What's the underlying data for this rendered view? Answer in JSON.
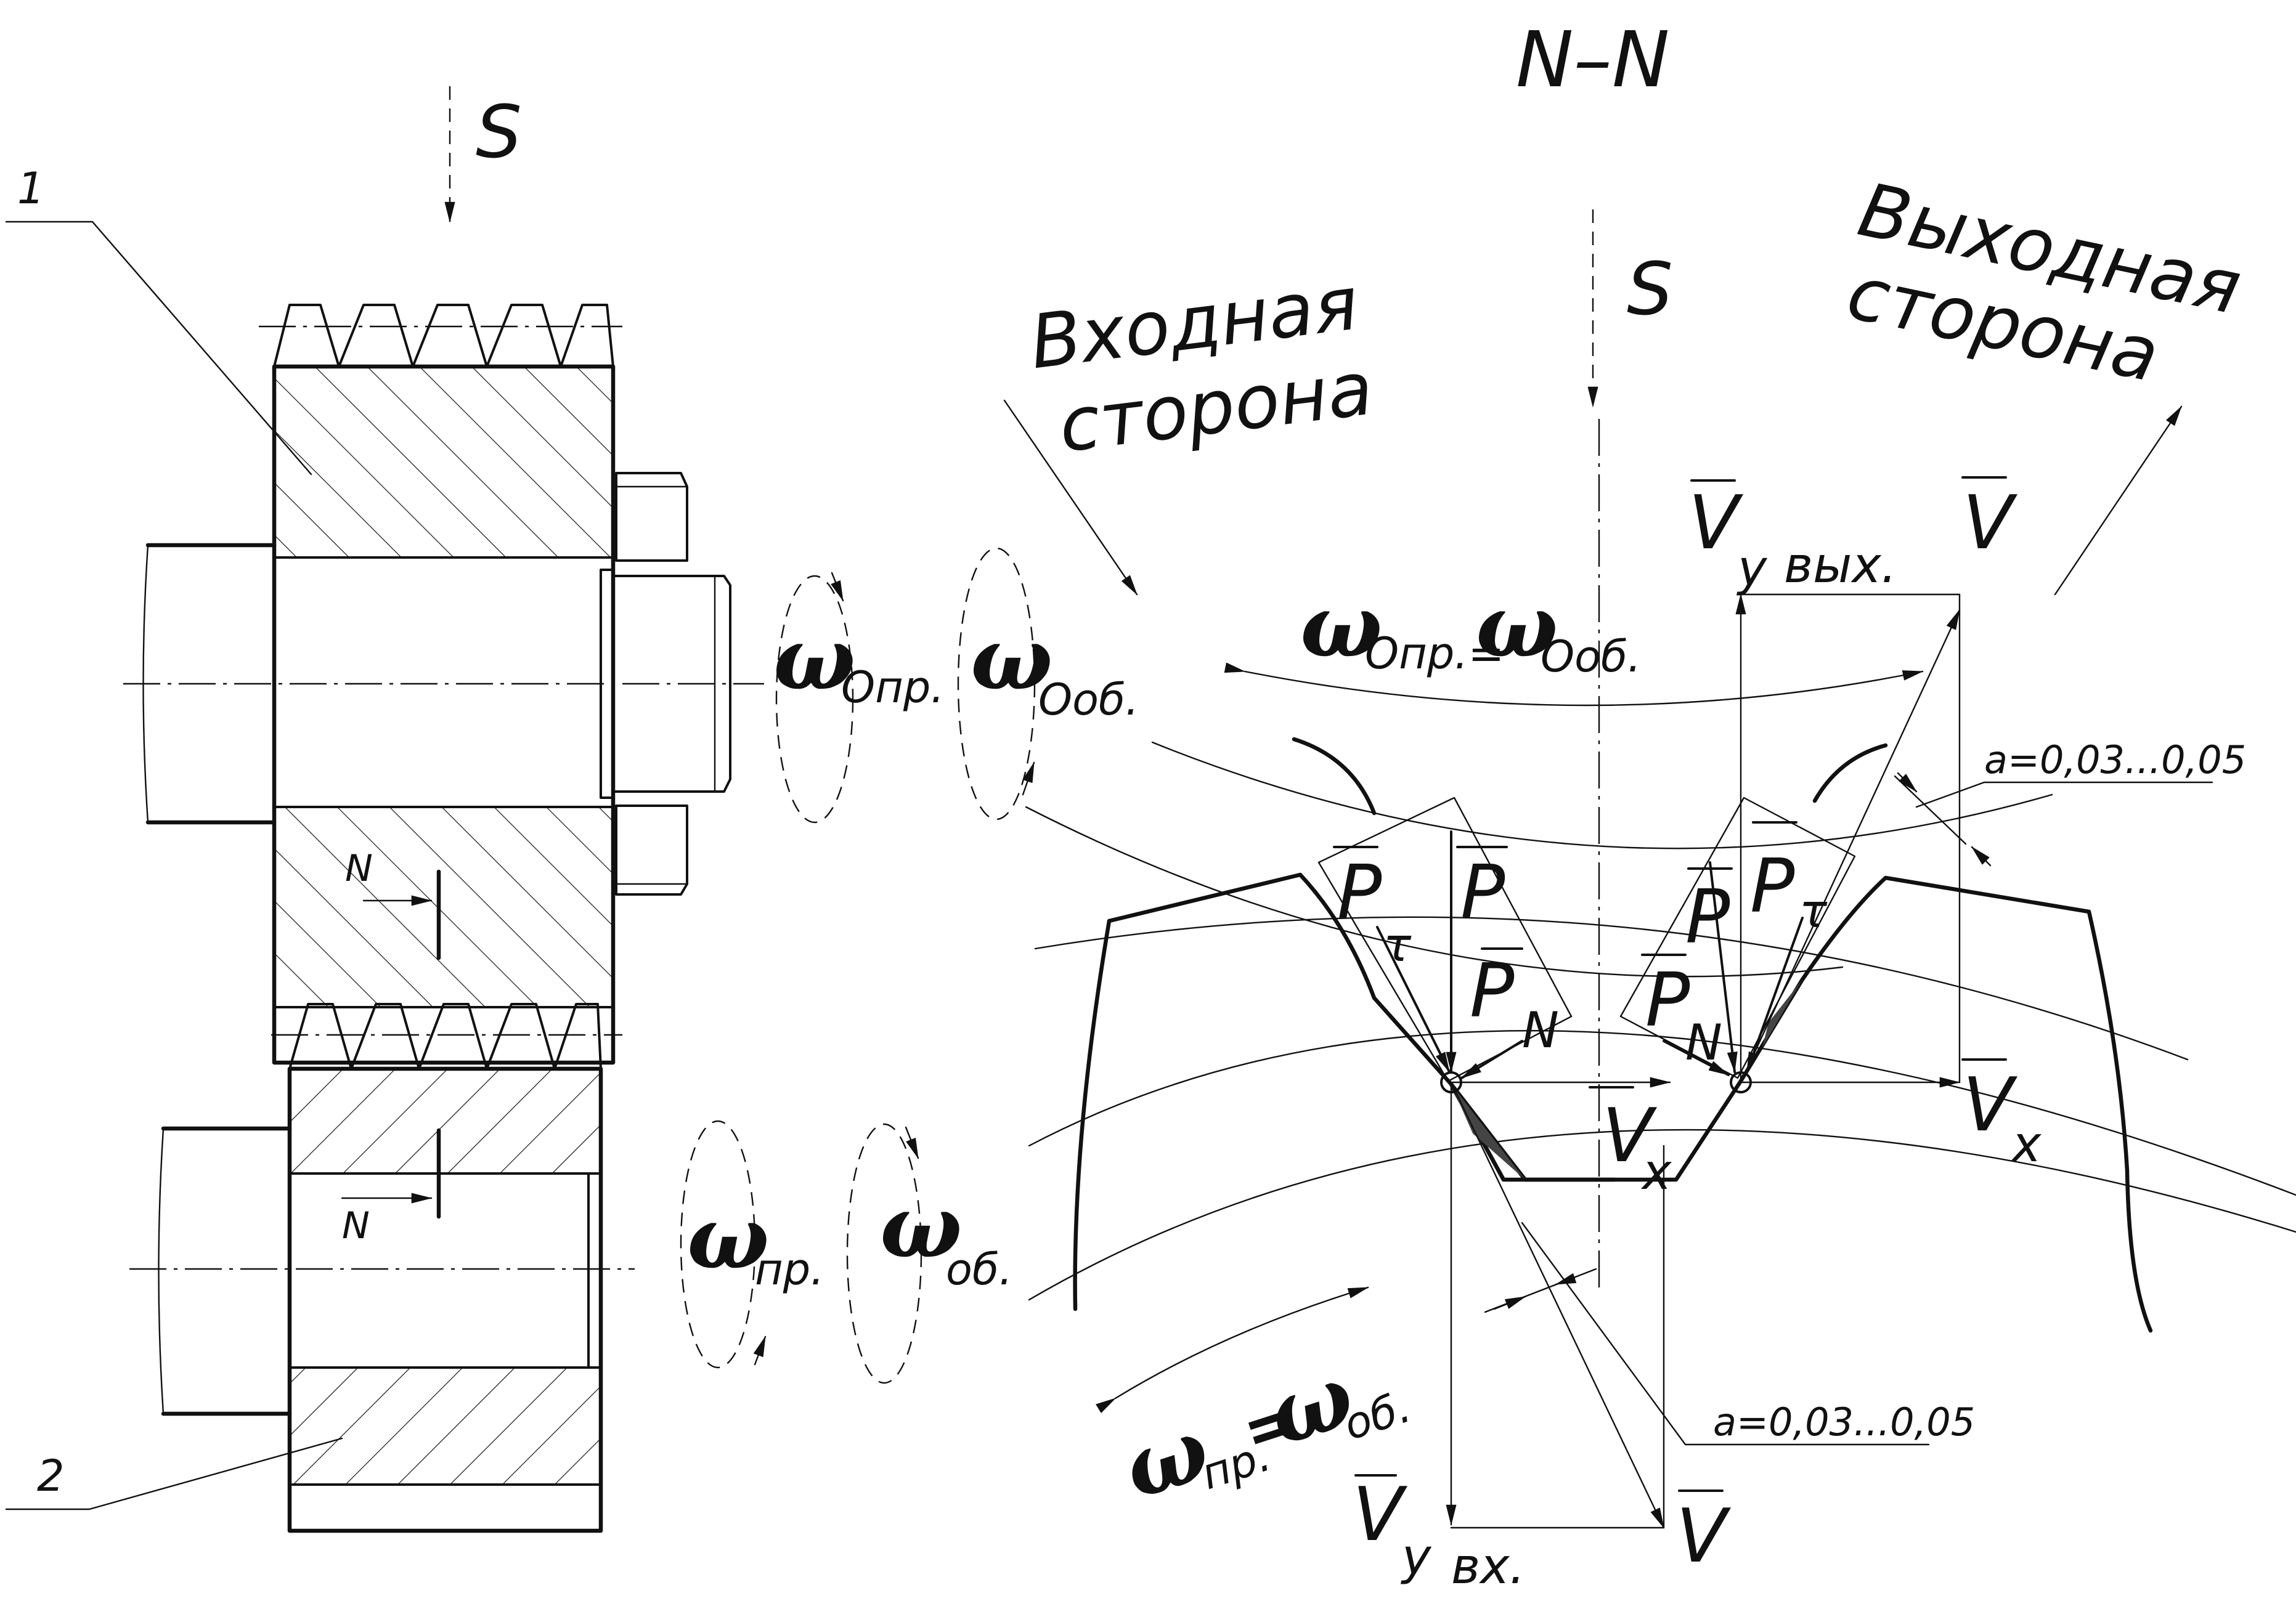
{
  "section": {
    "title": "N–N"
  },
  "labels": {
    "feed_top": "S",
    "feed_section": "S",
    "part_1": "1",
    "part_2": "2",
    "section_mark_upper": "N",
    "section_mark_lower": "N",
    "entry_side_line1": "Входная",
    "entry_side_line2": "сторона",
    "exit_side_line1": "Выходная",
    "exit_side_line2": "сторона",
    "gap_upper": "a=0,03...0,05",
    "gap_lower": "a=0,03...0,05"
  },
  "omega": {
    "symbol": "ω",
    "upper_tool_rot": "Опр.",
    "upper_tool_rev": "Ооб.",
    "lower_tool_rot": "пр.",
    "lower_tool_rev": "об.",
    "upper_equality_a": "Опр.=",
    "upper_equality_b": "Ооб.",
    "lower_equality_a": "пр.",
    "lower_equality_eq": "=",
    "lower_equality_b": "об."
  },
  "vectors": {
    "P": "P",
    "tau": "τ",
    "N": "N",
    "V": "V",
    "y": "y",
    "x": "x",
    "exit_suffix": "вых.",
    "entry_suffix": "вх."
  }
}
